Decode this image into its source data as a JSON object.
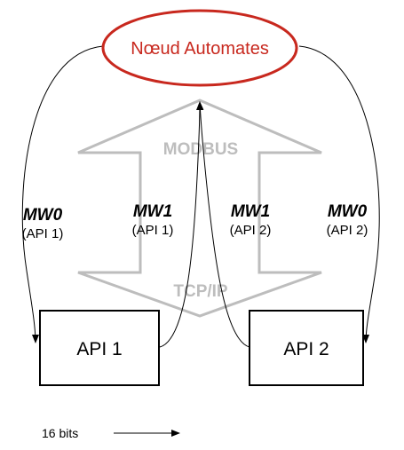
{
  "hub": {
    "label": "Nœud Automates",
    "color": "#c8281e"
  },
  "protocol": {
    "top_label": "MODBUS",
    "bottom_label": "TCP/IP",
    "color": "#bdbdbd"
  },
  "plcs": [
    {
      "label": "API 1"
    },
    {
      "label": "API 2"
    }
  ],
  "links": [
    {
      "register": "MW0",
      "device": "(API 1)"
    },
    {
      "register": "MW1",
      "device": "(API 1)"
    },
    {
      "register": "MW1",
      "device": "(API 2)"
    },
    {
      "register": "MW0",
      "device": "(API 2)"
    }
  ],
  "legend": {
    "label": "16 bits",
    "icon": "arrow-right-icon"
  }
}
